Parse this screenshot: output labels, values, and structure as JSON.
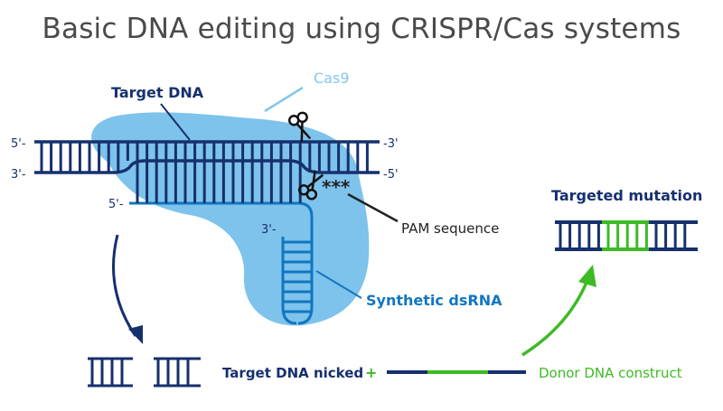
{
  "title": "Basic DNA editing using CRISPR/Cas systems",
  "labels": {
    "cas9": "Cas9",
    "target_dna": "Target DNA",
    "top_left_end": "5'-",
    "top_right_end": "-3'",
    "bottom_left_end": "3'-",
    "bottom_right_end": "-5'",
    "rna_5_end": "5'-",
    "rna_3_end": "3'-",
    "pam_marks": "***",
    "pam_sequence": "PAM sequence",
    "synthetic_dsrna": "Synthetic dsRNA",
    "targeted_mutation": "Targeted mutation",
    "target_dna_nicked": "Target DNA nicked",
    "plus_sign": "+",
    "donor_dna_construct": "Donor DNA construct"
  },
  "icons": [
    "scissors-icon"
  ],
  "colors": {
    "dark_blue": "#16306e",
    "cas9_fill": "#7dc3eb",
    "cas9_label": "#86c6ea",
    "rna_blue": "#1176c1",
    "green": "#3dba25",
    "title_gray": "#4a4a4a"
  }
}
